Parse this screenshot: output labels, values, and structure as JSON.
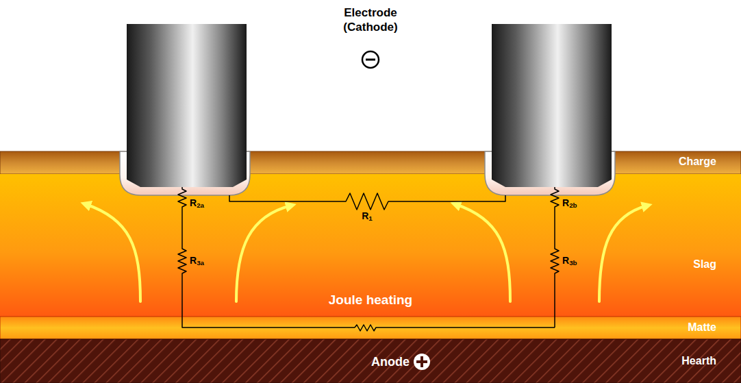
{
  "diagram": {
    "nodes": [
      {
        "text": [
          "Charge"
        ]
      },
      {
        "text": [
          "Slag"
        ]
      },
      {
        "text": [
          "Matte"
        ]
      },
      {
        "text": [
          "Hearth"
        ]
      }
    ],
    "labels": [
      "Electrode (Cathode)",
      "R2a",
      "R1",
      "R2b",
      "R3a",
      "R3b",
      "Joule heating",
      "Anode"
    ]
  }
}
